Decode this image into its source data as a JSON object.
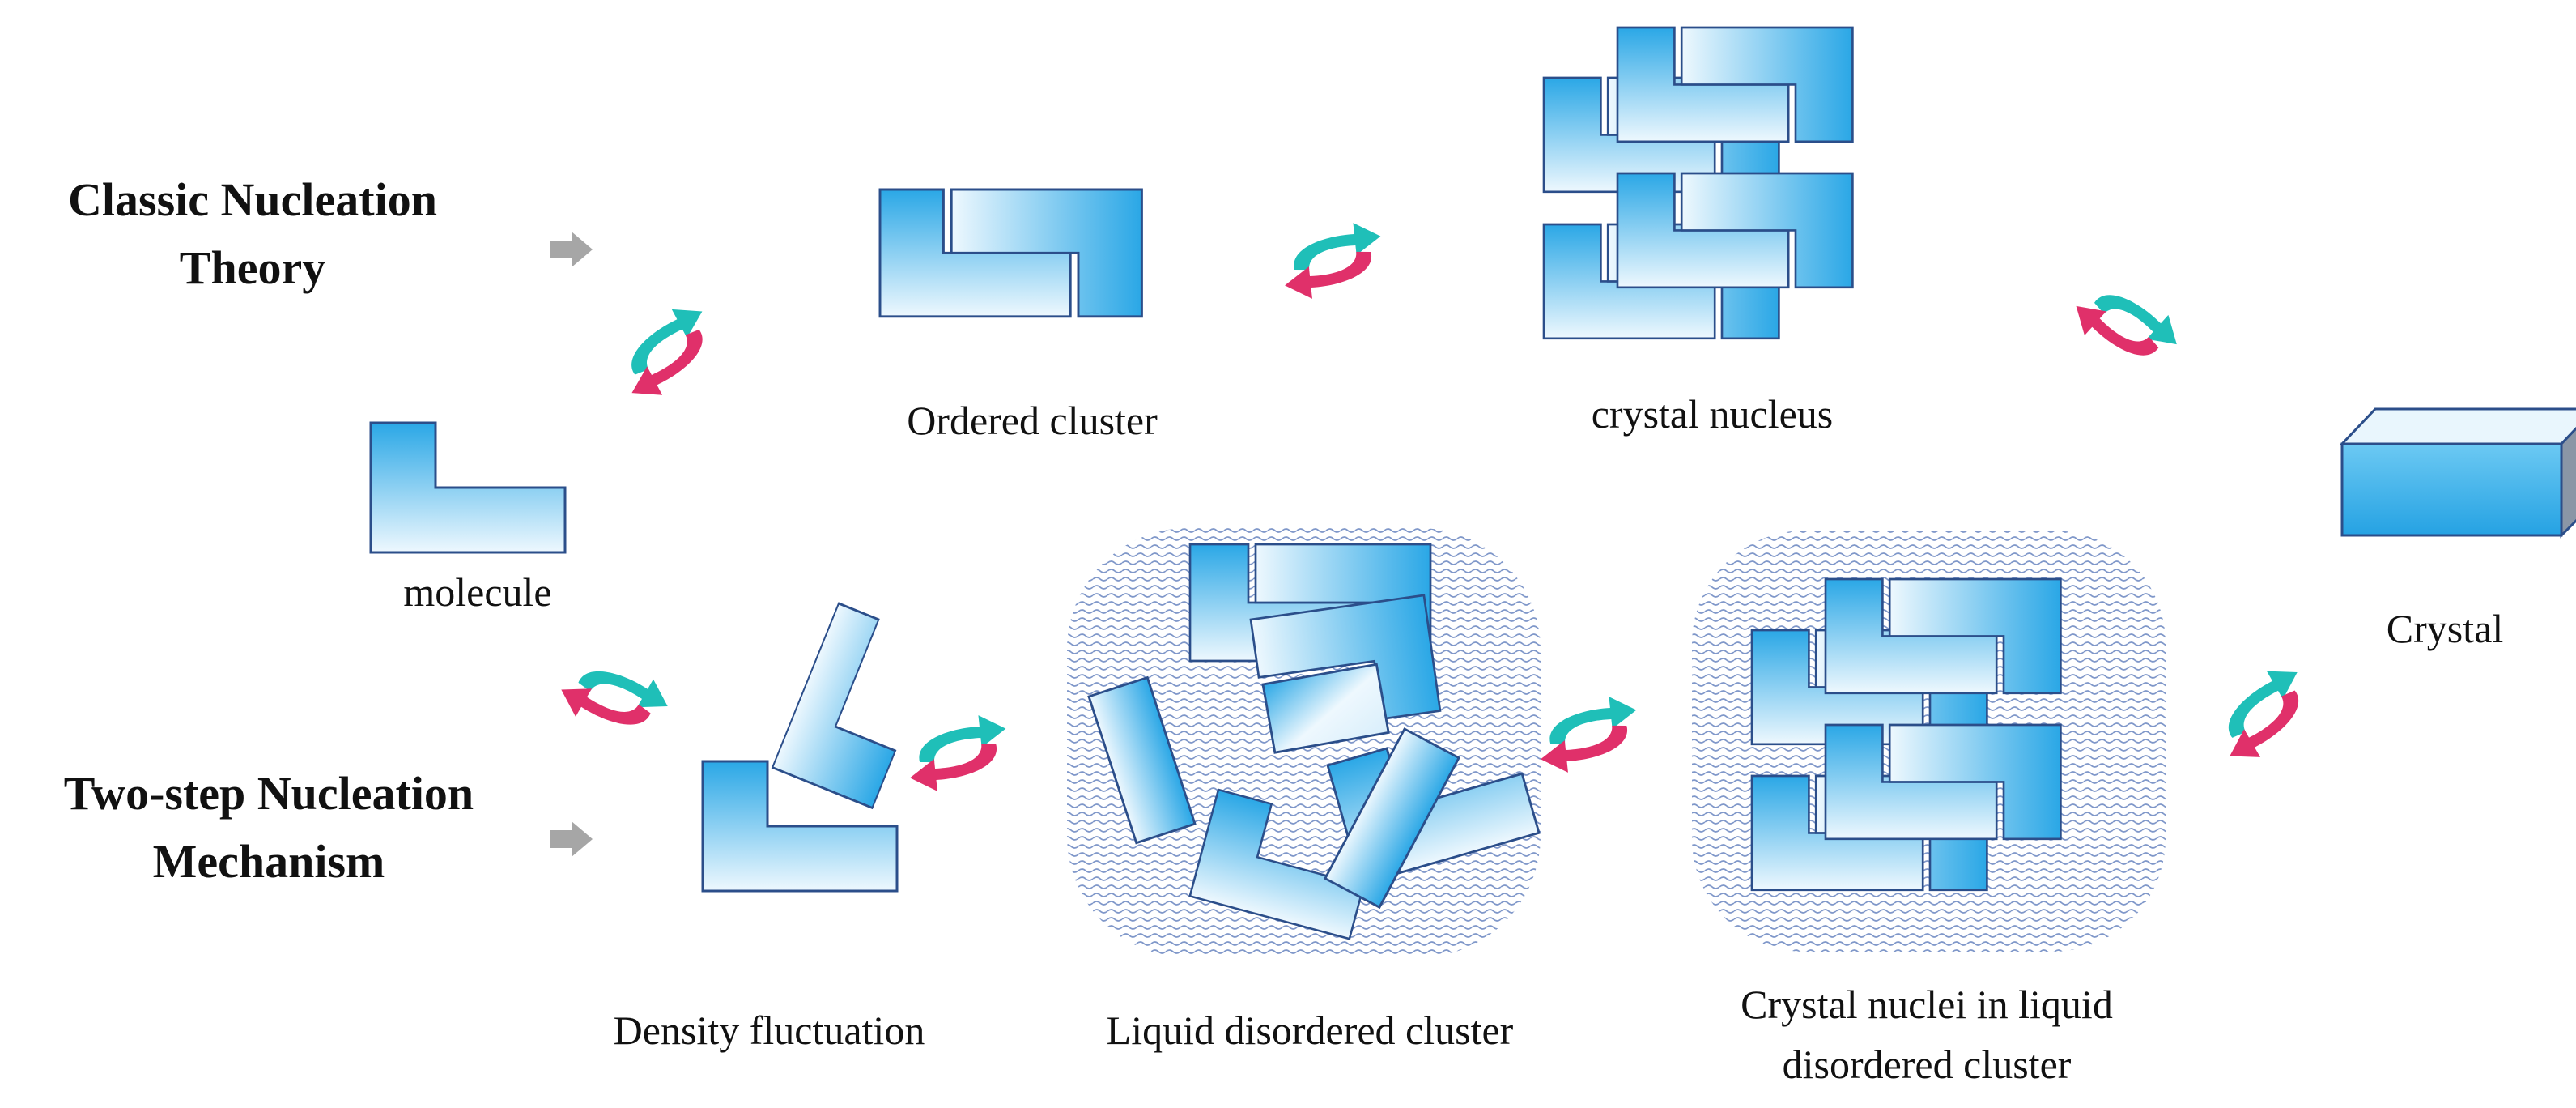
{
  "rows": {
    "classic": "Classic Nucleation Theory",
    "classic_line1": "Classic Nucleation",
    "classic_line2": "Theory",
    "two_step_line1": "Two-step Nucleation",
    "two_step_line2": "Mechanism"
  },
  "labels": {
    "molecule": "molecule",
    "ordered_cluster": "Ordered cluster",
    "crystal_nucleus": "crystal nucleus",
    "crystal": "Crystal",
    "density_fluctuation": "Density fluctuation",
    "liquid_disordered_cluster": "Liquid disordered cluster",
    "nuclei_line1": "Crystal nuclei in liquid",
    "nuclei_line2": "disordered cluster"
  },
  "colors": {
    "block_dark": "#2aa7e6",
    "block_light": "#eef8fe",
    "block_stroke": "#2b4e8a",
    "arrow_teal": "#1fbfb8",
    "arrow_pink": "#e0306a",
    "arrow_gray": "#a6a6a6",
    "liquid_texture": "#7f97c9"
  }
}
